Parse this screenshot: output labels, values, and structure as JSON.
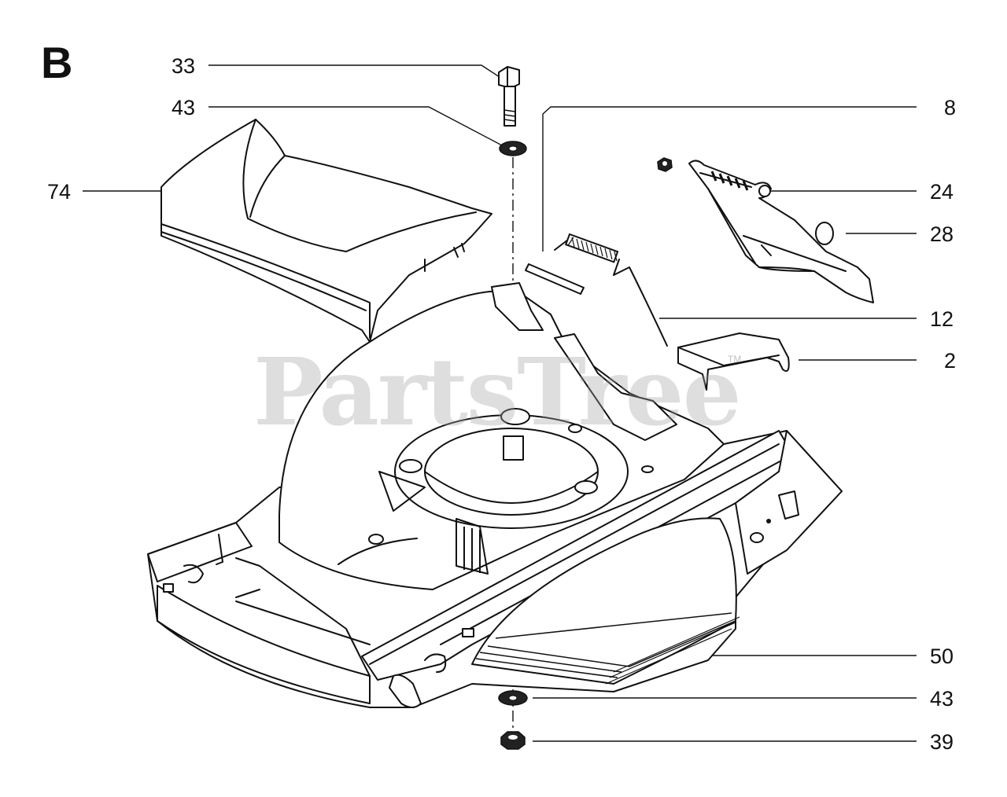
{
  "diagram": {
    "section_letter": "B",
    "watermark": "PartsTree",
    "trademark": "TM",
    "callouts": [
      {
        "id": "33-top",
        "label": "33"
      },
      {
        "id": "43-top",
        "label": "43"
      },
      {
        "id": "74",
        "label": "74"
      },
      {
        "id": "8",
        "label": "8"
      },
      {
        "id": "24",
        "label": "24"
      },
      {
        "id": "28",
        "label": "28"
      },
      {
        "id": "12",
        "label": "12"
      },
      {
        "id": "2",
        "label": "2"
      },
      {
        "id": "50",
        "label": "50"
      },
      {
        "id": "43-bottom",
        "label": "43"
      },
      {
        "id": "39",
        "label": "39"
      }
    ]
  }
}
